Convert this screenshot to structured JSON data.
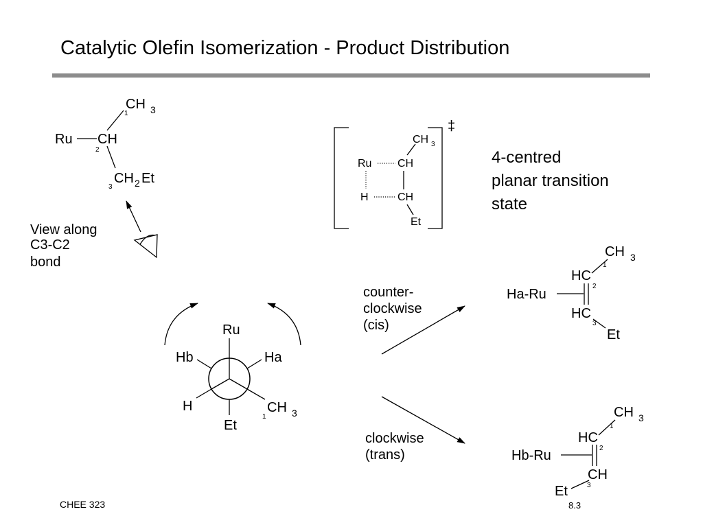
{
  "title": "Catalytic Olefin Isomerization - Product Distribution",
  "footer": {
    "course": "CHEE 323",
    "page": "8.3"
  },
  "start_structure": {
    "ru": "Ru",
    "ch3": "CH",
    "ch3_sub": "3",
    "ch": "CH",
    "ch2et": "CH",
    "ch2_sub": "2",
    "et": "Et",
    "n1": "1",
    "n2": "2",
    "n3": "3"
  },
  "view_label": [
    "View along",
    "C3-C2",
    "bond"
  ],
  "transition_state": {
    "ru": "Ru",
    "ch_top": "CH",
    "ch3": "CH",
    "ch3_sub": "3",
    "h": "H",
    "ch_bottom": "CH",
    "et": "Et",
    "dagger": "‡",
    "caption": [
      "4-centred",
      "planar transition",
      "state"
    ]
  },
  "newman": {
    "ru": "Ru",
    "hb": "Hb",
    "ha": "Ha",
    "h": "H",
    "ch3": "CH",
    "ch3_sub": "3",
    "et": "Et",
    "n1": "1"
  },
  "pathways": {
    "ccw": [
      "counter-",
      "clockwise",
      "(cis)"
    ],
    "cw": [
      "clockwise",
      "(trans)"
    ]
  },
  "product_cis": {
    "ru": "Ha-Ru",
    "ch3": "CH",
    "ch3_sub": "3",
    "hc_top": "HC",
    "hc_bottom": "HC",
    "et": "Et",
    "n1": "1",
    "n2": "2",
    "n3": "3"
  },
  "product_trans": {
    "ru": "Hb-Ru",
    "ch3": "CH",
    "ch3_sub": "3",
    "hc_top": "HC",
    "ch_bottom": "CH",
    "et": "Et",
    "n1": "1",
    "n2": "2",
    "n3": "3"
  }
}
